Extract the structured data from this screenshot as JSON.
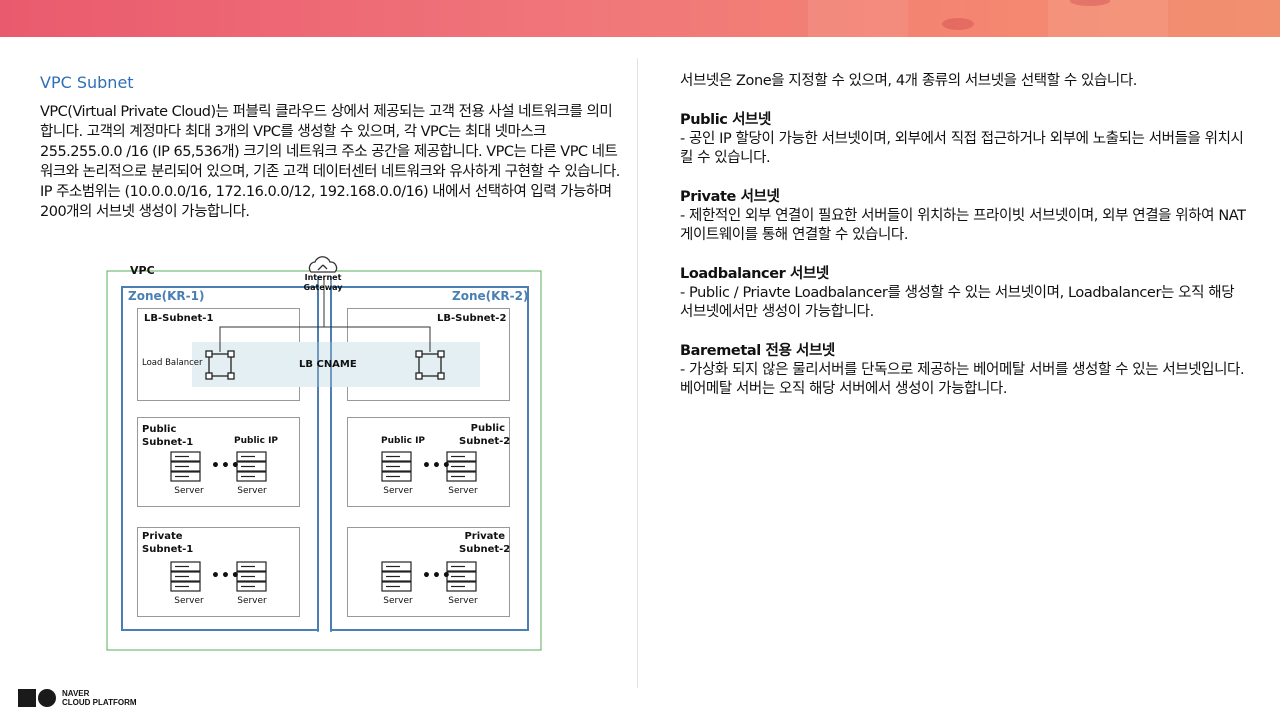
{
  "header": {
    "title": "VPC Subnet",
    "intro": [
      "VPC(Virtual Private Cloud)는 퍼블릭 클라우드 상에서 제공되는 고객 전용 사설 네트워크를 의미합니다. 고객의 계정마다 최대 3개의 VPC를 생성할 수 있으며, 각 VPC는 최대 넷마스크 255.255.0.0 /16 (IP 65,536개) 크기의 네트워크 주소 공간을 제공합니다. VPC는 다른 VPC 네트워크와 논리적으로 분리되어 있으며, 기존 고객 데이터센터 네트워크와 유사하게 구현할 수 있습니다.",
      " IP 주소범위는 (10.0.0.0/16, 172.16.0.0/12, 192.168.0.0/16) 내에서 선택하여 입력 가능하며 200개의 서브넷 생성이 가능합니다."
    ]
  },
  "diagram": {
    "vpc_label": "VPC",
    "gateway_label_1": "Internet",
    "gateway_label_2": "Gateway",
    "zone1": "Zone(KR-1)",
    "zone2": "Zone(KR-2)",
    "lb_subnet_1": "LB-Subnet-1",
    "lb_subnet_2": "LB-Subnet-2",
    "load_balancer": "Load Balancer",
    "lb_cname": "LB CNAME",
    "public_subnet_1_a": "Public",
    "public_subnet_1_b": "Subnet-1",
    "public_subnet_2_a": "Public",
    "public_subnet_2_b": "Subnet-2",
    "public_ip": "Public IP",
    "private_subnet_1_a": "Private",
    "private_subnet_1_b": "Subnet-1",
    "private_subnet_2_a": "Private",
    "private_subnet_2_b": "Subnet-2",
    "server": "Server",
    "dots": "•••"
  },
  "right": {
    "lead": "서브넷은 Zone을 지정할 수 있으며, 4개 종류의 서브넷을 선택할 수 있습니다.",
    "sections": [
      {
        "title": "Public 서브넷",
        "body": " - 공인 IP 할당이 가능한 서브넷이며, 외부에서 직접 접근하거나 외부에 노출되는 서버들을 위치시킬 수 있습니다."
      },
      {
        "title": "Private 서브넷",
        "body": " - 제한적인 외부 연결이 필요한 서버들이 위치하는 프라이빗 서브넷이며, 외부 연결을 위하여 NAT 게이트웨이를 통해 연결할 수 있습니다."
      },
      {
        "title": "Loadbalancer 서브넷",
        "body": " - Public / Priavte Loadbalancer를 생성할 수 있는 서브넷이며, Loadbalancer는 오직 해당 서브넷에서만 생성이 가능합니다."
      },
      {
        "title": "Baremetal 전용 서브넷",
        "body": " - 가상화 되지 않은 물리서버를 단독으로 제공하는 베어메탈 서버를 생성할 수 있는 서브넷입니다. 베어메탈 서버는 오직 해당 서버에서 생성이 가능합니다."
      }
    ]
  },
  "footer": {
    "brand_1": "NAVER",
    "brand_2": "CLOUD PLATFORM"
  },
  "colors": {
    "accent_blue": "#2f6fb6",
    "vpc_border": "#5aad5a",
    "zone_border": "#4a7fb5",
    "lb_band": "#e3eff3"
  }
}
